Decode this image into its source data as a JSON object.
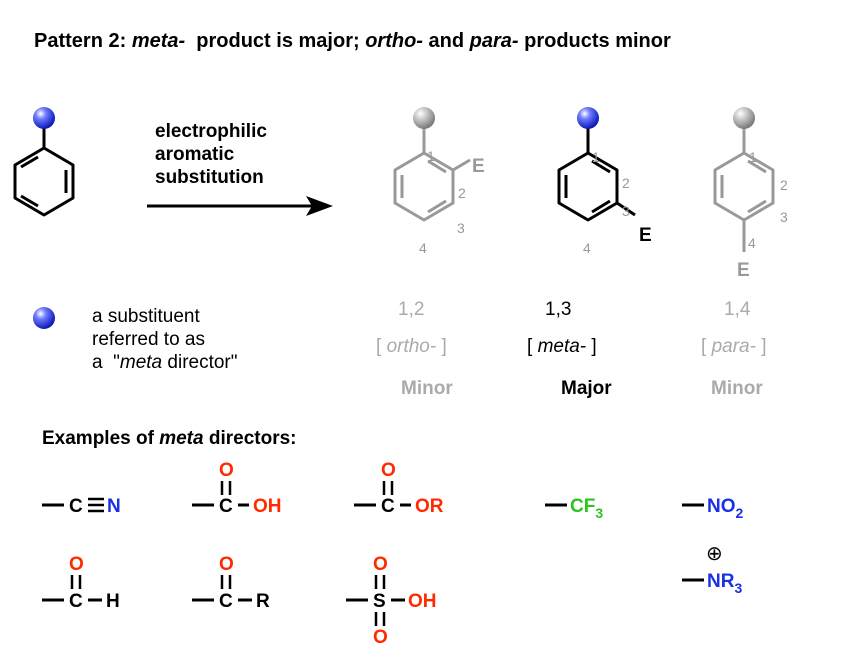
{
  "title": {
    "prefix": "Pattern 2: ",
    "meta": "meta-",
    "mid": "  product is major; ",
    "ortho": "ortho-",
    "and": " and ",
    "para": "para-",
    "suffix": " products minor"
  },
  "reaction": {
    "line1": "electrophilic",
    "line2": "aromatic",
    "line3": "substitution"
  },
  "electrophile": "E",
  "ring_numbers": [
    "1",
    "2",
    "3",
    "4"
  ],
  "products": [
    {
      "position": "1,2",
      "bracket_open": "[ ",
      "name": "ortho-",
      "bracket_close": " ]",
      "result": "Minor"
    },
    {
      "position": "1,3",
      "bracket_open": "[ ",
      "name": "meta-",
      "bracket_close": " ]",
      "result": "Major"
    },
    {
      "position": "1,4",
      "bracket_open": "[ ",
      "name": "para-",
      "bracket_close": " ]",
      "result": "Minor"
    }
  ],
  "legend": {
    "line1": "a substituent",
    "line2": "referred to as",
    "line3_a": "a  \"",
    "line3_meta": "meta",
    "line3_b": " director\""
  },
  "examples_heading": {
    "a": "Examples of ",
    "meta": "meta",
    "b": " directors:"
  },
  "groups": {
    "nitrile": {
      "c": "C",
      "n": "N"
    },
    "acid": {
      "o": "O",
      "c": "C",
      "oh": "OH"
    },
    "ester": {
      "o": "O",
      "c": "C",
      "or": "OR"
    },
    "cf3": {
      "cf": "CF",
      "sub": "3"
    },
    "no2": {
      "no": "NO",
      "sub": "2"
    },
    "aldehyde": {
      "o": "O",
      "c": "C",
      "h": "H"
    },
    "ketone": {
      "o": "O",
      "c": "C",
      "r": "R"
    },
    "sulfonic": {
      "s": "S",
      "oh": "OH",
      "o_top": "O",
      "o_bottom": "O"
    },
    "ammonium": {
      "charge": "⊕",
      "nr": "NR",
      "sub": "3"
    }
  },
  "colors": {
    "black": "#000000",
    "gray": "#aaaaaa",
    "ring_gray": "#999999",
    "red": "#ff2a00",
    "blue": "#1a2fe8",
    "green": "#2ec41e",
    "sphere_blue": "#2b37e8",
    "sphere_gray": "#b8b8b8"
  },
  "icons": [
    "blue-sphere-icon",
    "gray-sphere-icon",
    "reaction-arrow-icon",
    "benzene-ring-icon"
  ]
}
